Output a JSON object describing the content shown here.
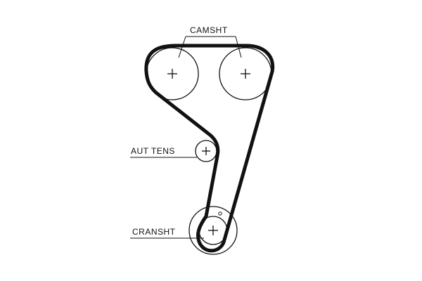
{
  "diagram": {
    "labels": {
      "camshaft": "CAMSHT",
      "tensioner": "AUT TENS",
      "crankshaft": "CRANSHT"
    },
    "colors": {
      "line": "#111111",
      "background": "#ffffff"
    }
  }
}
